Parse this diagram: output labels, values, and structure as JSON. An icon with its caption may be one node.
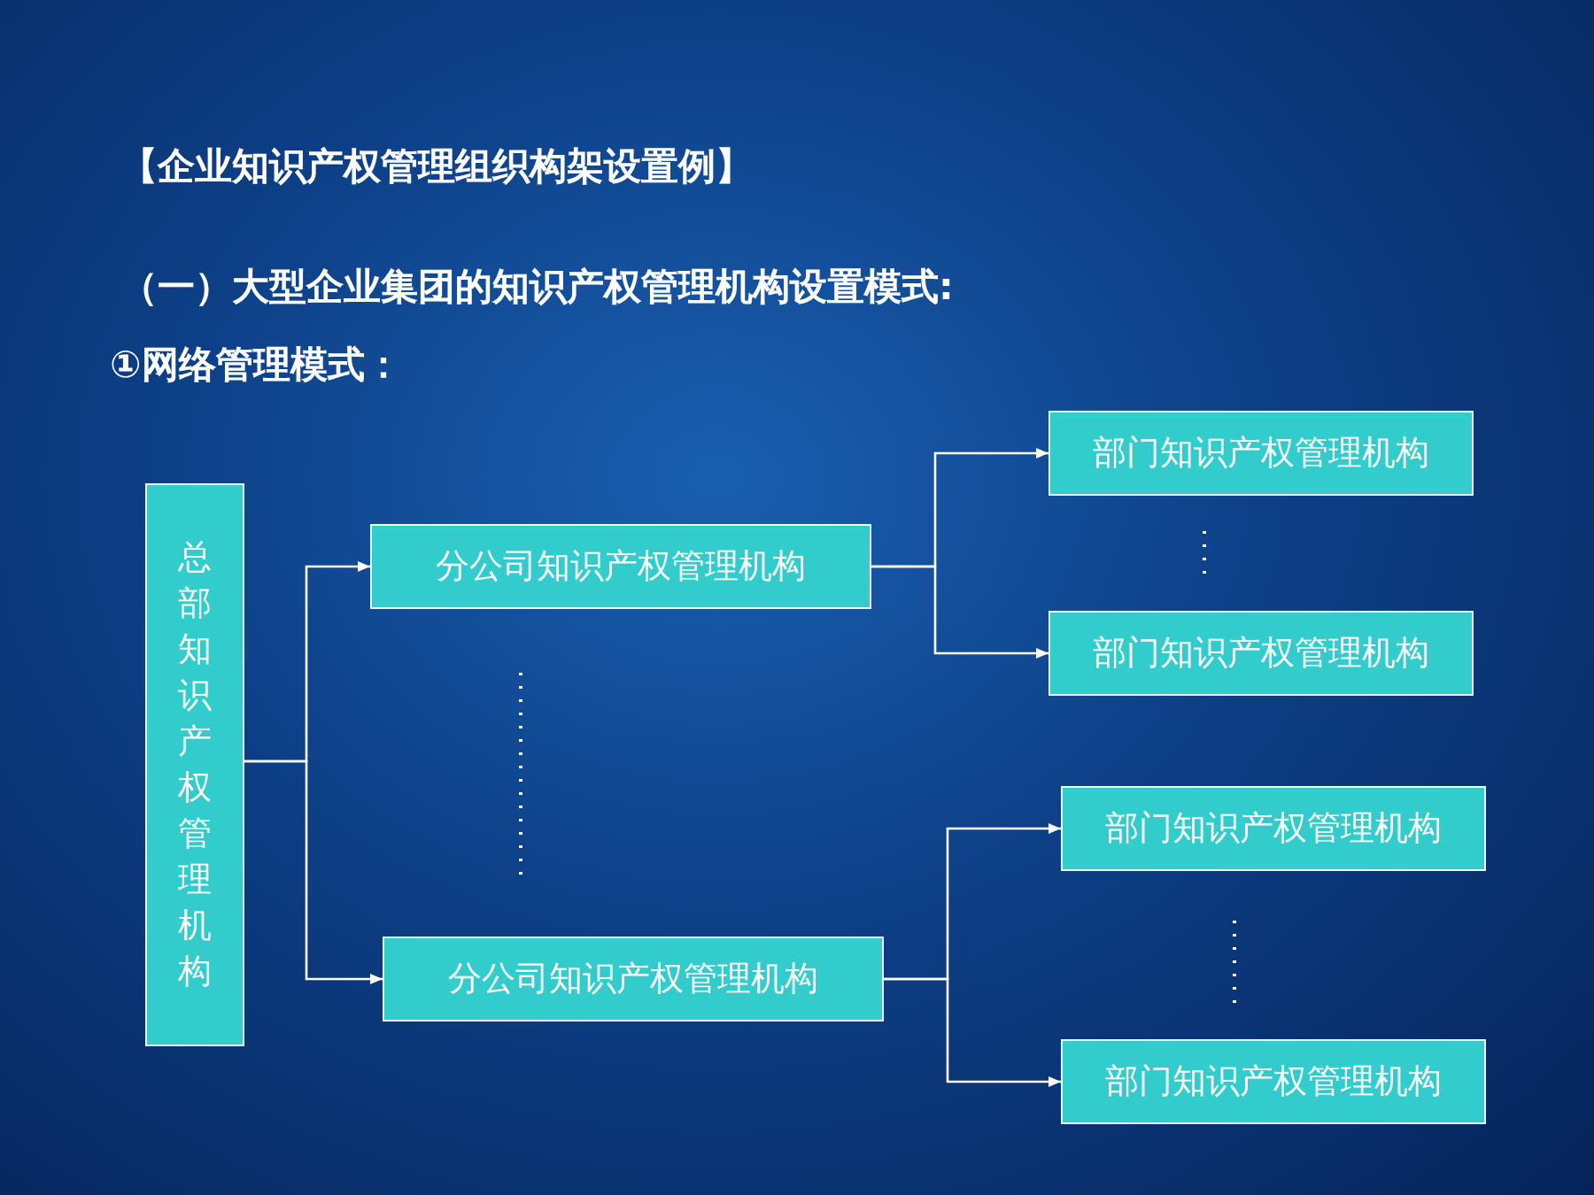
{
  "diagram": {
    "nodes": [
      {
        "text": [
          "总部知识产权管理机构"
        ]
      },
      {
        "text": [
          "分公司知识产权管理机构"
        ]
      },
      {
        "text": [
          "分公司知识产权管理机构"
        ]
      },
      {
        "text": [
          "部门知识产权管理机构"
        ]
      },
      {
        "text": [
          "部门知识产权管理机构"
        ]
      },
      {
        "text": [
          "部门知识产权管理机构"
        ]
      },
      {
        "text": [
          "部门知识产权管理机构"
        ]
      }
    ],
    "edges": [
      {
        "from": 0,
        "to": 1,
        "arrow": "to"
      },
      {
        "from": 0,
        "to": 2,
        "arrow": "to"
      },
      {
        "from": 1,
        "to": 3,
        "arrow": "to"
      },
      {
        "from": 1,
        "to": 4,
        "arrow": "to"
      },
      {
        "from": 2,
        "to": 5,
        "arrow": "to"
      },
      {
        "from": 2,
        "to": 6,
        "arrow": "to"
      }
    ],
    "labels": [
      "【企业知识产权管理组织构架设置例】",
      "（一）大型企业集团的知识产权管理机构设置模式:",
      "①网络管理模式："
    ]
  }
}
